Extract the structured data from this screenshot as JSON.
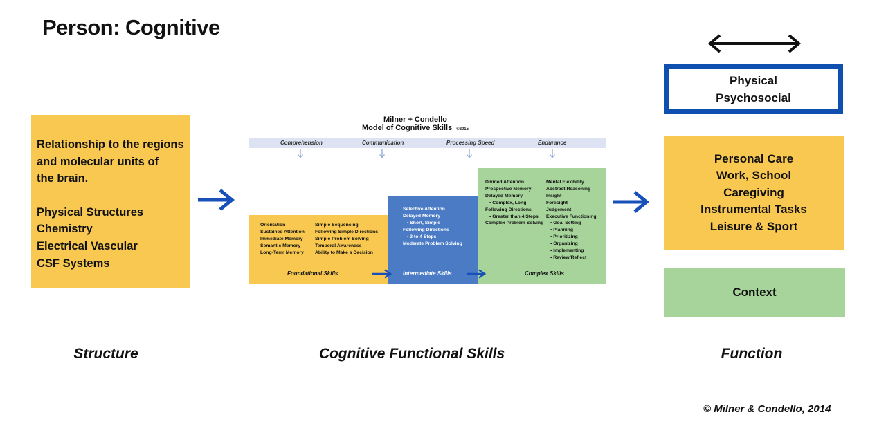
{
  "title": "Person: Cognitive",
  "structure_box": {
    "lines_top": [
      "Relationship to the regions",
      "and molecular units of",
      "the brain."
    ],
    "lines_bottom": [
      "Physical Structures",
      "Chemistry",
      "Electrical Vascular",
      "CSF Systems"
    ]
  },
  "model": {
    "title_line1": "Milner + Condello",
    "title_line2": "Model of Cognitive Skills",
    "year": "©2015",
    "headers": [
      "Comprehension",
      "Communication",
      "Processing Speed",
      "Endurance"
    ],
    "foundational": {
      "col1": [
        "Orientation",
        "Sustained Attention",
        "Immediate Memory",
        "Semantic Memory",
        "Long-Term Memory"
      ],
      "col2": [
        "Simple Sequencing",
        "Following Simple Directions",
        "Simple Problem Solving",
        "Temporal Awareness",
        "Ability to Make a Decision"
      ],
      "label": "Foundational Skills"
    },
    "intermediate": {
      "items": [
        "Selective Attention",
        "Delayed Memory",
        "• Short, Simple",
        "Following Directions",
        "• 3 to 4 Steps",
        "Moderate Problem Solving"
      ],
      "label": "Intermediate Skills"
    },
    "complex": {
      "col1": [
        "Divided Attention",
        "Prospective Memory",
        "Delayed Memory",
        "• Complex, Long",
        "Following Directions",
        "• Greater than 4 Steps",
        "Complex Problem Solving"
      ],
      "col2": [
        "Mental Flexibility",
        "Abstract Reasoning",
        "Insight",
        "Foresight",
        "Judgement",
        "Executive Functioning",
        "• Goal Setting",
        "• Planning",
        "• Prioritizing",
        "• Organizing",
        "• Implementing",
        "• Review/Reflect"
      ],
      "label": "Complex Skills"
    }
  },
  "physical_box": {
    "lines": [
      "Physical",
      "Psychosocial"
    ]
  },
  "function_box": {
    "lines": [
      "Personal Care",
      "Work, School",
      "Caregiving",
      "Instrumental Tasks",
      "Leisure & Sport"
    ]
  },
  "context_box": {
    "label": "Context"
  },
  "bottom_labels": {
    "structure": "Structure",
    "skills": "Cognitive Functional Skills",
    "function": "Function"
  },
  "copyright": "© Milner & Condello, 2014",
  "colors": {
    "yellow": "#f8c851",
    "green": "#a6d49b",
    "blue": "#4a7bc4",
    "dark_blue": "#0f4fb0"
  }
}
